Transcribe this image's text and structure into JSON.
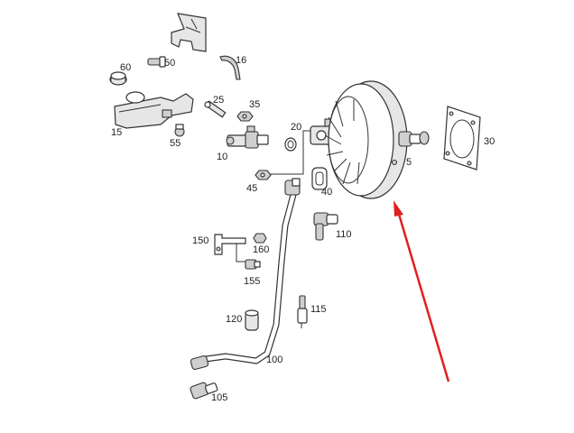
{
  "callouts": {
    "c5": "5",
    "c10": "10",
    "c15": "15",
    "c16": "16",
    "c20": "20",
    "c25": "25",
    "c30": "30",
    "c35": "35",
    "c40": "40",
    "c45": "45",
    "c50": "50",
    "c55": "55",
    "c60": "60",
    "c100": "100",
    "c105": "105",
    "c110": "110",
    "c115": "115",
    "c120": "120",
    "c150": "150",
    "c155": "155",
    "c160": "160"
  },
  "arrow_color": "#e02020"
}
